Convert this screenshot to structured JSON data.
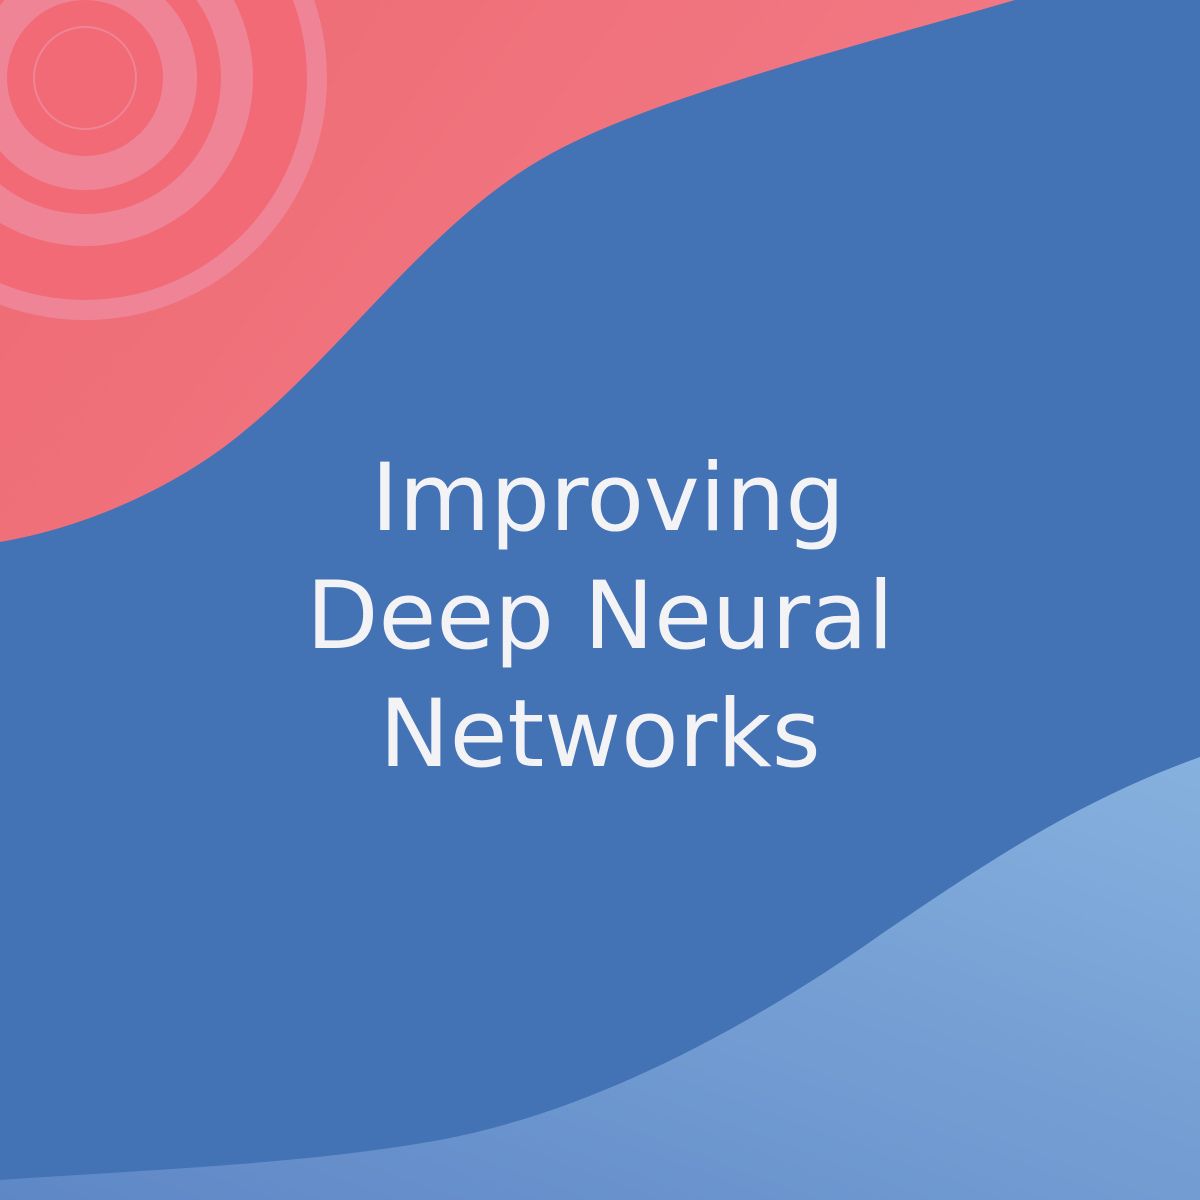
{
  "title": {
    "lines": [
      "Improving",
      "Deep Neural",
      "Networks"
    ]
  },
  "colors": {
    "background_blue": "#4372b5",
    "coral": "#f06a75",
    "coral_light": "#ee8497",
    "light_blue": "#7fa8d9",
    "text": "#f3f3f5"
  }
}
